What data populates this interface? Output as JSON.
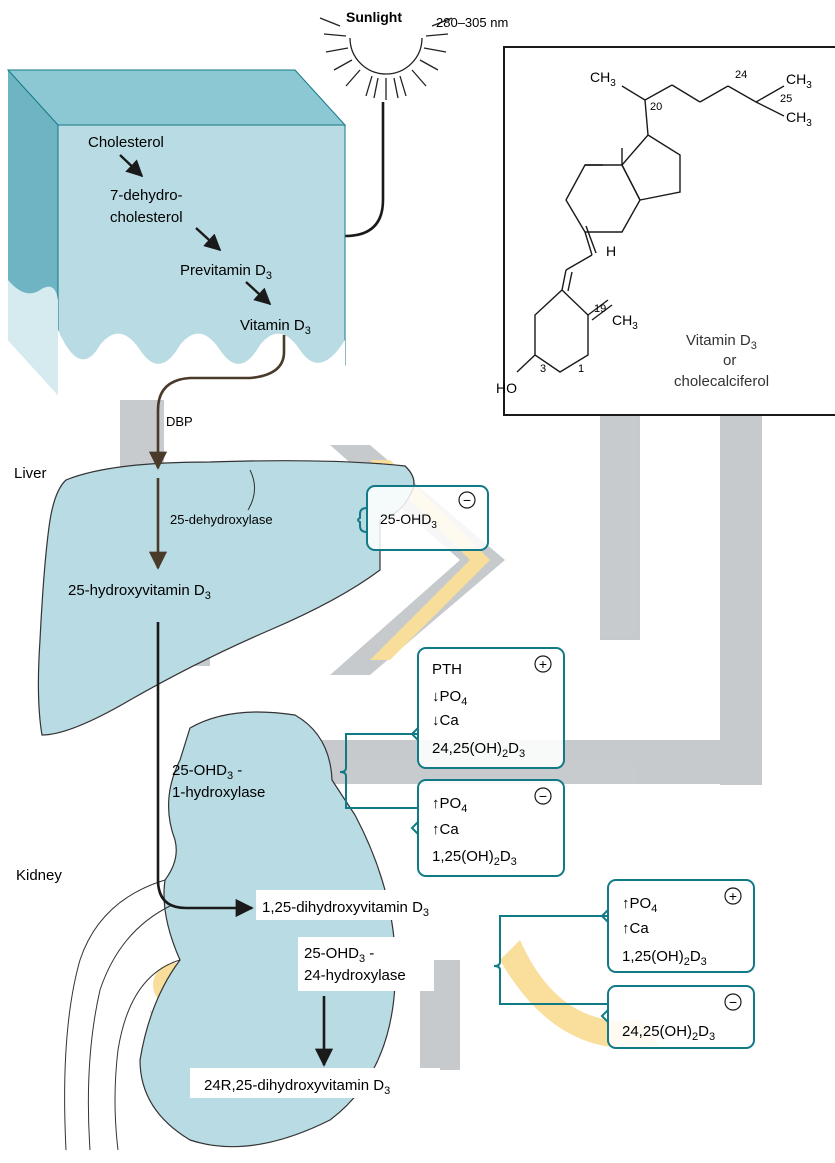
{
  "colors": {
    "tissue_fill": "#b9dbe3",
    "skin_dark": "#6fb4c3",
    "box_border": "#127a86",
    "arrow": "#4a3a2a",
    "watermark_gray": "#9aa0a6",
    "watermark_orange": "#f4c24a"
  },
  "sunlight": {
    "label": "Sunlight",
    "wavelength": "280–305 nm"
  },
  "skin": {
    "cholesterol": "Cholesterol",
    "dehydro_line1": "7-dehydro-",
    "dehydro_line2": "cholesterol",
    "previtamin": "Previtamin D",
    "previtamin_sub": "3",
    "vitamin": "Vitamin D",
    "vitamin_sub": "3"
  },
  "structure": {
    "ch3_top_left": "CH",
    "ch3_sub": "3",
    "c20": "20",
    "c24": "24",
    "c25": "25",
    "ch3_right_top": "CH",
    "ch3_right_bottom": "CH",
    "h_label": "H",
    "c19": "19",
    "ch3_exo": "CH",
    "c3": "3",
    "c1": "1",
    "ho": "HO",
    "name_line1": "Vitamin D",
    "name_sub": "3",
    "name_line2": "or",
    "name_line3": "cholecalciferol"
  },
  "transport": {
    "dbp": "DBP"
  },
  "liver": {
    "organ_label": "Liver",
    "enzyme": "25-dehydroxylase",
    "product": "25-hydroxyvitamin D",
    "product_sub": "3",
    "feedback_text": "25-OHD",
    "feedback_sub": "3",
    "feedback_sign": "−"
  },
  "kidney": {
    "organ_label": "Kidney",
    "enzyme1_line1": "25-OHD",
    "enzyme1_sub": "3",
    "enzyme1_dash": " -",
    "enzyme1_line2": "1-hydroxylase",
    "product1": "1,25-dihydroxyvitamin D",
    "product1_sub": "3",
    "enzyme2_line1": "25-OHD",
    "enzyme2_sub": "3",
    "enzyme2_dash": " -",
    "enzyme2_line2": "24-hydroxylase",
    "product2": "24R,25-dihydroxyvitamin D",
    "product2_sub": "3"
  },
  "regulators": {
    "hydroxylase1_plus": {
      "sign": "+",
      "items": [
        "PTH",
        "↓PO",
        "↓Ca",
        "24,25(OH)"
      ],
      "subs": [
        "",
        "4",
        "",
        "2"
      ],
      "tails": [
        "",
        "",
        "",
        "D"
      ],
      "tail_subs": [
        "",
        "",
        "",
        "3"
      ]
    },
    "hydroxylase1_minus": {
      "sign": "−",
      "items": [
        "↑PO",
        "↑Ca",
        "1,25(OH)"
      ],
      "subs": [
        "4",
        "",
        "2"
      ],
      "tails": [
        "",
        "",
        "D"
      ],
      "tail_subs": [
        "",
        "",
        "3"
      ]
    },
    "hydroxylase24_plus": {
      "sign": "+",
      "items": [
        "↑PO",
        "↑Ca",
        "1,25(OH)"
      ],
      "subs": [
        "4",
        "",
        "2"
      ],
      "tails": [
        "",
        "",
        "D"
      ],
      "tail_subs": [
        "",
        "",
        "3"
      ]
    },
    "hydroxylase24_minus": {
      "sign": "−",
      "items": [
        "24,25(OH)"
      ],
      "subs": [
        "2"
      ],
      "tails": [
        "D"
      ],
      "tail_subs": [
        "3"
      ]
    }
  }
}
